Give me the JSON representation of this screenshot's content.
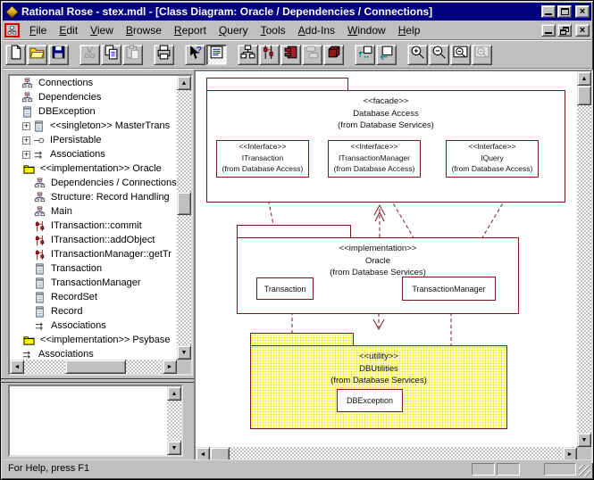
{
  "window": {
    "title": "Rational Rose - stex.mdl - [Class Diagram: Oracle / Dependencies / Connections]",
    "titlebar_buttons": [
      "minimize",
      "maximize",
      "close"
    ],
    "child_window_buttons": [
      "minimize",
      "restore",
      "close"
    ]
  },
  "menu": {
    "items": [
      "File",
      "Edit",
      "View",
      "Browse",
      "Report",
      "Query",
      "Tools",
      "Add-Ins",
      "Window",
      "Help"
    ]
  },
  "toolbar": {
    "buttons": [
      {
        "name": "new-file",
        "state": "normal"
      },
      {
        "name": "open-file",
        "state": "normal"
      },
      {
        "name": "save-file",
        "state": "normal"
      },
      {
        "name": "cut",
        "state": "disabled"
      },
      {
        "name": "copy",
        "state": "normal"
      },
      {
        "name": "paste",
        "state": "disabled"
      },
      {
        "name": "print",
        "state": "normal"
      },
      {
        "name": "context-help",
        "state": "normal"
      },
      {
        "name": "documentation-window",
        "state": "pressed"
      },
      {
        "name": "class-diagram",
        "state": "normal"
      },
      {
        "name": "interaction-diagram",
        "state": "normal"
      },
      {
        "name": "component-diagram",
        "state": "normal"
      },
      {
        "name": "state-diagram",
        "state": "disabled"
      },
      {
        "name": "deployment-diagram",
        "state": "normal"
      },
      {
        "name": "browse-parent",
        "state": "normal"
      },
      {
        "name": "previous-view",
        "state": "normal"
      },
      {
        "name": "zoom-in",
        "state": "normal"
      },
      {
        "name": "zoom-out",
        "state": "normal"
      },
      {
        "name": "fit-in-window",
        "state": "normal"
      },
      {
        "name": "undo-fit",
        "state": "disabled"
      }
    ]
  },
  "browser_tree": {
    "items": [
      {
        "icon": "diagram",
        "label": "Connections",
        "indent": "a"
      },
      {
        "icon": "diagram",
        "label": "Dependencies",
        "indent": "a"
      },
      {
        "icon": "class",
        "label": "DBException",
        "indent": "a"
      },
      {
        "icon": "class",
        "label": "<<singleton>> MasterTrans",
        "indent": "ax",
        "expander": "+"
      },
      {
        "icon": "interface",
        "label": "IPersistable",
        "indent": "ax",
        "expander": "+"
      },
      {
        "icon": "association",
        "label": "Associations",
        "indent": "ax",
        "expander": "+"
      },
      {
        "icon": "folder",
        "label": "<<implementation>> Oracle",
        "indent": "f"
      },
      {
        "icon": "diagram",
        "label": "Dependencies / Connections",
        "indent": "b"
      },
      {
        "icon": "diagram",
        "label": "Structure: Record Handling",
        "indent": "b"
      },
      {
        "icon": "diagram",
        "label": "Main",
        "indent": "b"
      },
      {
        "icon": "interaction",
        "label": "ITransaction::commit",
        "indent": "b"
      },
      {
        "icon": "interaction",
        "label": "ITransaction::addObject",
        "indent": "b"
      },
      {
        "icon": "interaction",
        "label": "ITransactionManager::getTr",
        "indent": "b"
      },
      {
        "icon": "class",
        "label": "Transaction",
        "indent": "b"
      },
      {
        "icon": "class",
        "label": "TransactionManager",
        "indent": "b"
      },
      {
        "icon": "class",
        "label": "RecordSet",
        "indent": "b"
      },
      {
        "icon": "class",
        "label": "Record",
        "indent": "b"
      },
      {
        "icon": "association",
        "label": "Associations",
        "indent": "b"
      },
      {
        "icon": "folder",
        "label": "<<implementation>> Psybase",
        "indent": "f"
      },
      {
        "icon": "association",
        "label": "Associations",
        "indent": "a"
      }
    ]
  },
  "documentation": {
    "text": ""
  },
  "diagram": {
    "packages": [
      {
        "stereotype": "<<facade>>",
        "name": "Database Access",
        "from": "(from Database Services)"
      },
      {
        "stereotype": "<<implementation>>",
        "name": "Oracle",
        "from": "(from Database Services)"
      },
      {
        "stereotype": "<<utility>>",
        "name": "DBUtilities",
        "from": "(from Database Services)"
      }
    ],
    "classes": [
      {
        "stereotype": "<<Interface>>",
        "name": "ITransaction",
        "from": "(from Database Access)"
      },
      {
        "stereotype": "<<Interface>>",
        "name": "ITransactionManager",
        "from": "(from Database Access)"
      },
      {
        "stereotype": "<<Interface>>",
        "name": "IQuery",
        "from": "(from Database Access)"
      },
      {
        "name": "Transaction"
      },
      {
        "name": "TransactionManager"
      },
      {
        "name": "DBException"
      }
    ]
  },
  "status_bar": {
    "help_text": "For Help, press F1"
  },
  "colors": {
    "line_maroon": "#7d1622",
    "utility_fill_dots": "#f4e800",
    "titlebar_blue": "#000080",
    "chrome_gray": "#c0c0c0",
    "folder_yellow": "#ffff00",
    "doc_lines_blue": "#2233aa"
  }
}
